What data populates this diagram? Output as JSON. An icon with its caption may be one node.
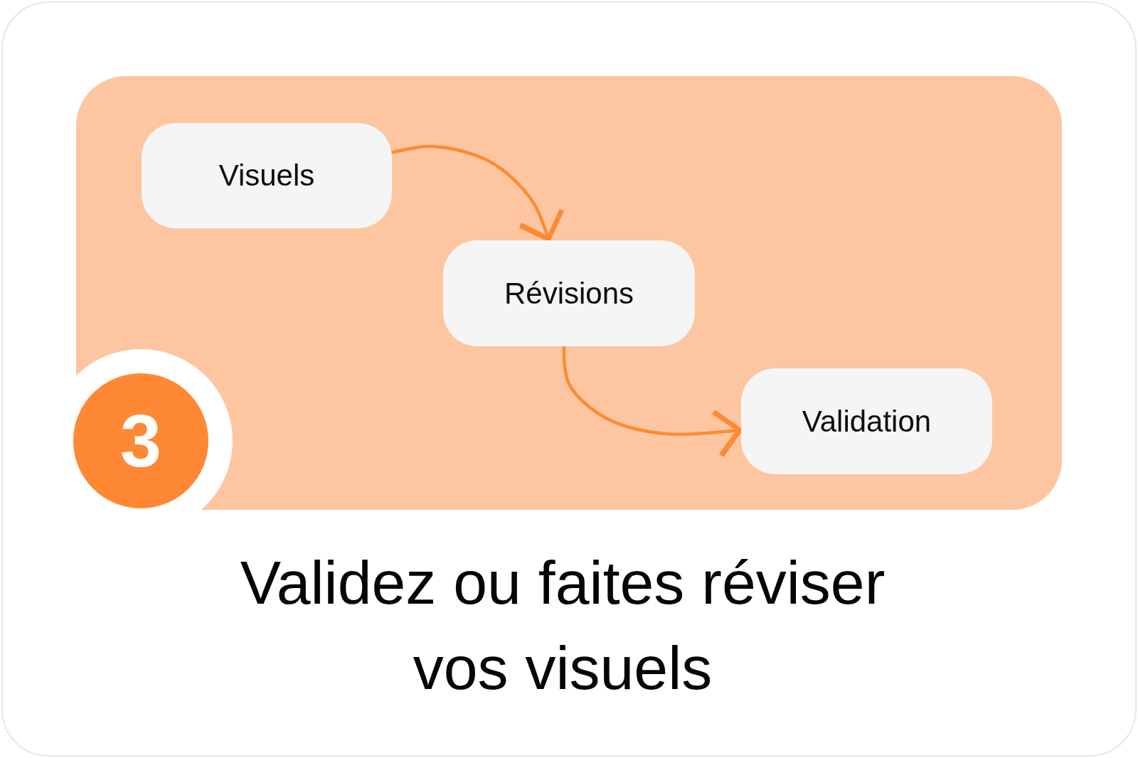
{
  "diagram": {
    "title": "Validez ou faites réviser vos visuels",
    "nodes": [
      {
        "text": [
          "Visuels"
        ]
      },
      {
        "text": [
          "Révisions"
        ]
      },
      {
        "text": [
          "Validation"
        ]
      },
      {
        "text": [
          "3"
        ]
      }
    ],
    "edges": [
      {
        "from": 0,
        "to": 1,
        "arrow": "to"
      },
      {
        "from": 1,
        "to": 2,
        "arrow": "to"
      }
    ]
  }
}
